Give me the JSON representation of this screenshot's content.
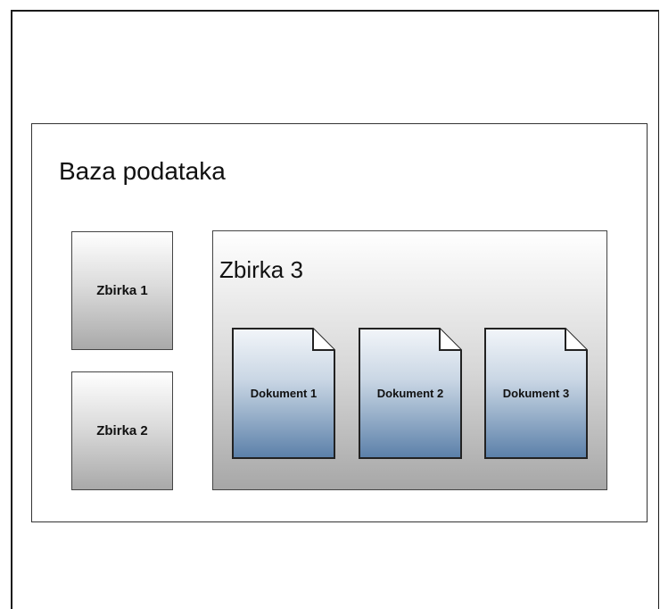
{
  "diagram": {
    "database": {
      "title": "Baza podataka"
    },
    "collections": [
      {
        "label": "Zbirka 1"
      },
      {
        "label": "Zbirka 2"
      },
      {
        "label": "Zbirka 3"
      }
    ],
    "documents": [
      {
        "label": "Dokument 1"
      },
      {
        "label": "Dokument 2"
      },
      {
        "label": "Dokument 3"
      }
    ]
  },
  "colors": {
    "document_top": "#e8eef5",
    "document_bottom": "#5a7fa8",
    "collection_top": "#ffffff",
    "collection_bottom": "#a8a8a8",
    "border": "#333333"
  }
}
